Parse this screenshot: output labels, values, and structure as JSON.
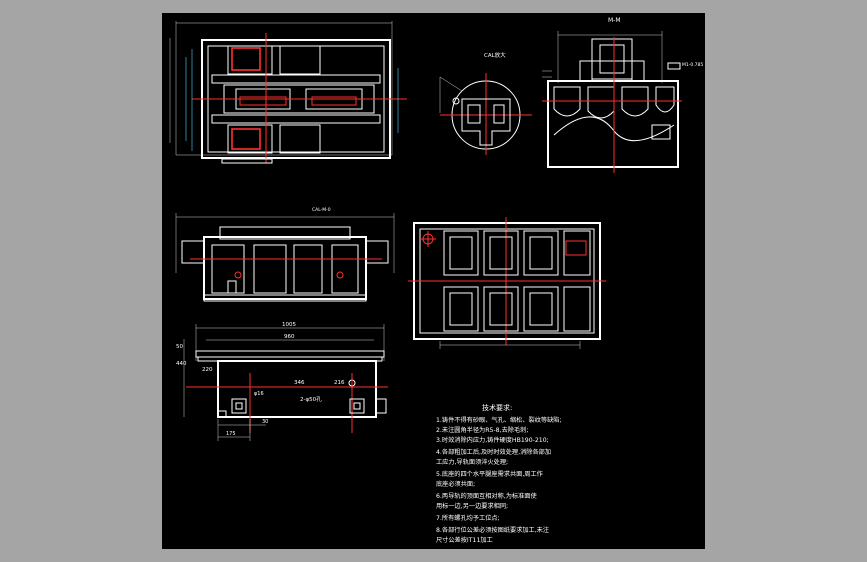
{
  "colors": {
    "background": "#a5a5a5",
    "sheet": "#000000",
    "lines": "#ffffff",
    "centerlines": "#ff3030",
    "dims": "#4ad9ff"
  },
  "views": {
    "section_label": "M-M",
    "detail_label": "CAL放大",
    "callout_top_right": "M1-0.785",
    "callout_front": "CAL-M-0"
  },
  "dimensions": {
    "overall_length": "1005",
    "inner_length": "960",
    "height_left_1": "50",
    "height_left_2": "440",
    "offset_left": "220",
    "center_dim": "346",
    "right_offset": "216",
    "hole_spec": "2-φ50孔",
    "slot_dim": "φ16",
    "bottom_dim": "175",
    "small_dim": "30"
  },
  "tech_notes": {
    "title": "技术要求:",
    "lines": [
      "1.铸件不得有砂眼、气孔、缩松、裂纹等缺陷;",
      "2.未注圆角半径为R5-8,去除毛刺;",
      "3.时效消除内应力,铸件硬度HB190-210;",
      "4.各部粗加工后,及时时效处理,消除各部加",
      "  工应力,导轨面须淬火处理;",
      "5.底座的四个水平腿座需求共面,周工作",
      "  底座必须共面;",
      "6.两导轨的顶面互相对称,为标准面使",
      "  用标一边,另一边要求相同;",
      "7.所有螺孔均予工位点;",
      "8.各部行位公差必须按图纸要求加工,未注",
      "  尺寸公差按IT11加工"
    ]
  }
}
